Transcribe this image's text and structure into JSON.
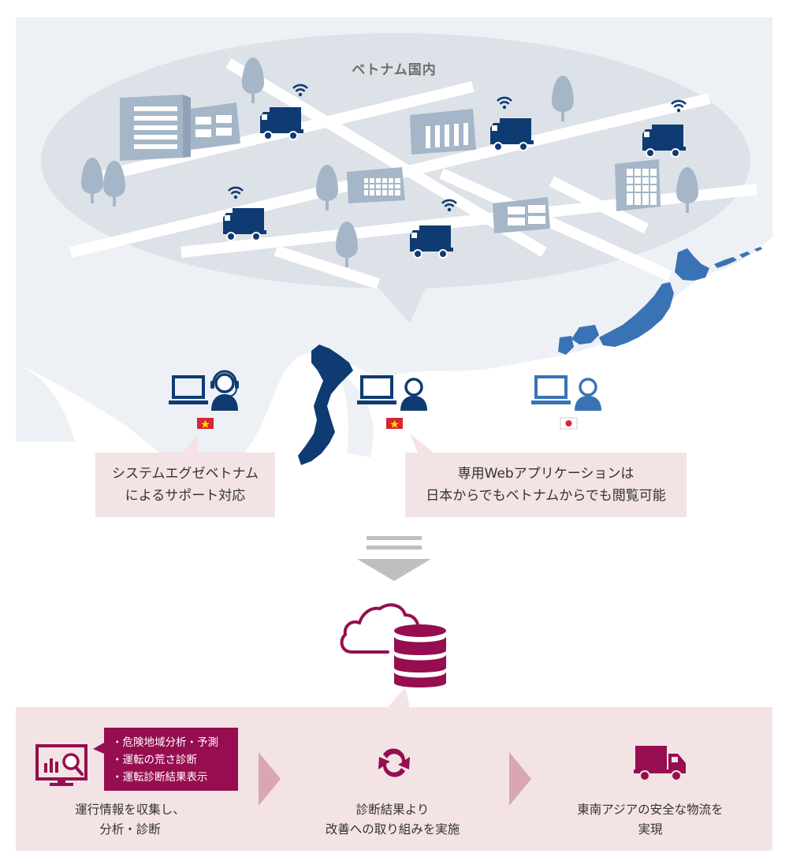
{
  "region": {
    "title": "ベトナム国内"
  },
  "captions": {
    "left": {
      "line1": "システムエグゼベトナム",
      "line2": "によるサポート対応"
    },
    "right": {
      "line1": "専用Webアプリケーションは",
      "line2": "日本からでもベトナムからでも閲覧可能"
    }
  },
  "features": [
    "・危険地域分析・予測",
    "・運転の荒さ診断",
    "・運転診断結果表示"
  ],
  "steps": [
    {
      "line1": "運行情報を収集し、",
      "line2": "分析・診断"
    },
    {
      "line1": "診断結果より",
      "line2": "改善への取り組みを実施"
    },
    {
      "line1": "東南アジアの安全な物流を",
      "line2": "実現"
    }
  ],
  "icons": {
    "cloud_db": "cloud-database-icon",
    "analytics": "analytics-monitor-icon",
    "cycle": "refresh-cycle-icon",
    "delivery": "delivery-truck-icon",
    "vietnam_flag": "vietnam-flag-icon",
    "japan_flag": "japan-flag-icon"
  },
  "colors": {
    "navy": "#0f3b73",
    "blue": "#3a72b6",
    "maroon": "#960e4f",
    "pink_bg": "#f3e3e5",
    "map_gray": "#edf1f5"
  }
}
